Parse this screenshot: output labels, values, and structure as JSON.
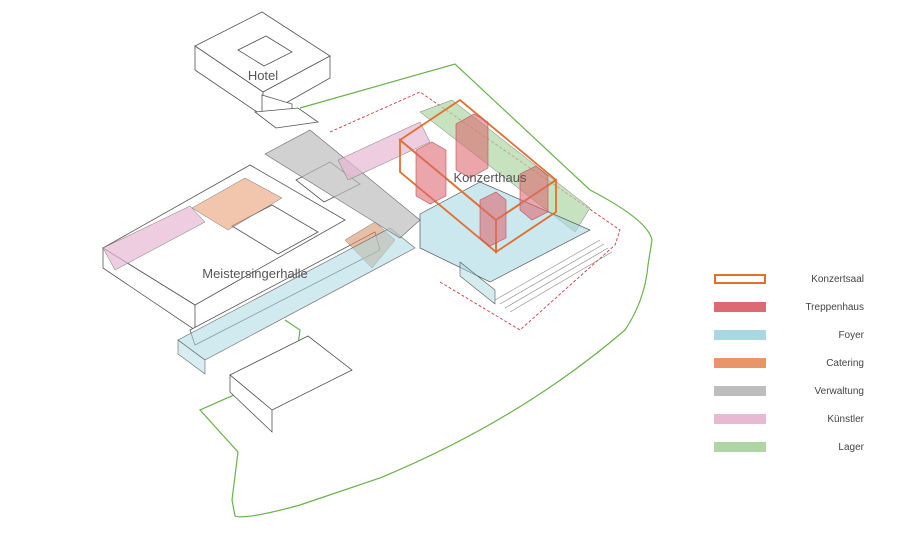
{
  "labels": {
    "hotel": "Hotel",
    "konzerthaus": "Konzerthaus",
    "meistersingerhalle": "Meistersingerhalle"
  },
  "legend": [
    {
      "label": "Konzertsaal",
      "color": "#e07030",
      "style": "outline"
    },
    {
      "label": "Treppenhaus",
      "color": "#dc6a72",
      "style": "fill"
    },
    {
      "label": "Foyer",
      "color": "#a9d8e2",
      "style": "fill"
    },
    {
      "label": "Catering",
      "color": "#e8956a",
      "style": "fill"
    },
    {
      "label": "Verwaltung",
      "color": "#bdbdbd",
      "style": "fill"
    },
    {
      "label": "Künstler",
      "color": "#e8b8d4",
      "style": "fill"
    },
    {
      "label": "Lager",
      "color": "#aed6a4",
      "style": "fill"
    }
  ]
}
